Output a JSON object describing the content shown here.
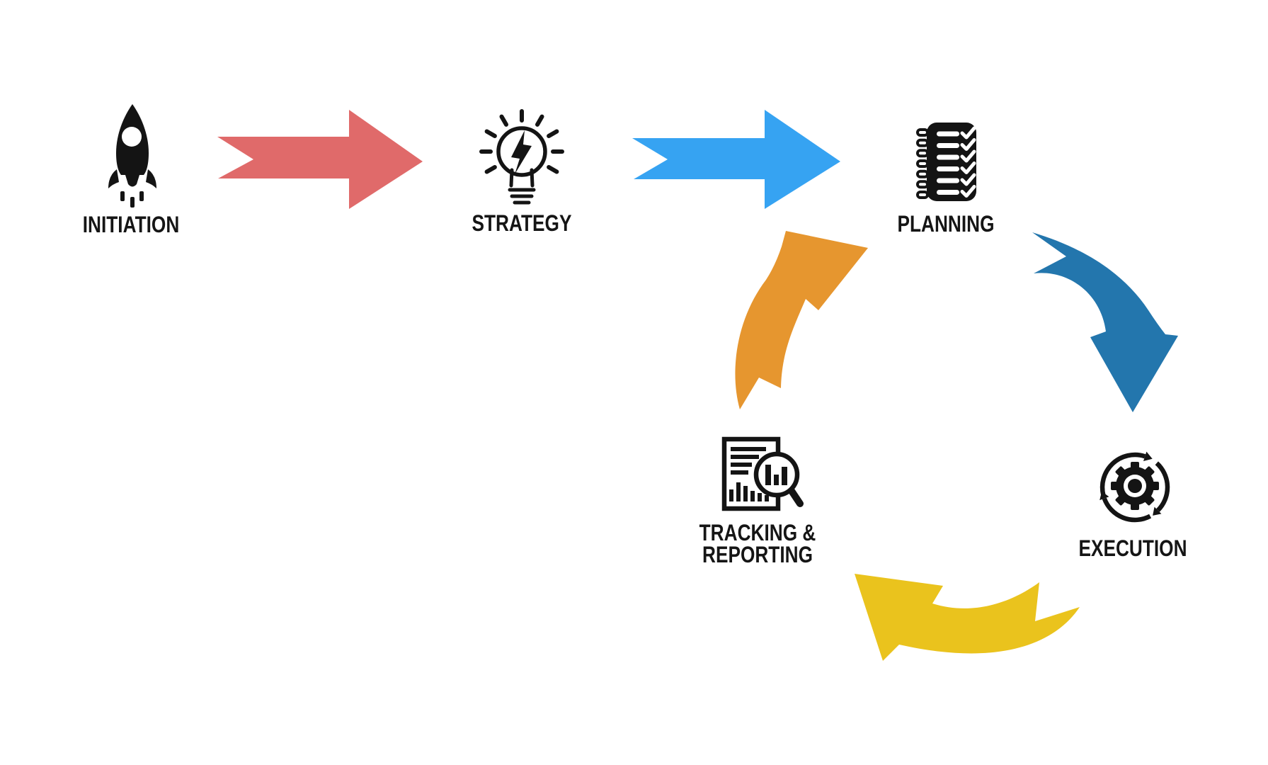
{
  "diagram": {
    "background_color": "#ffffff",
    "text_color": "#151515",
    "icon_color": "#141414",
    "stages": [
      {
        "id": "initiation",
        "label": "INITIATION",
        "icon": "rocket-icon"
      },
      {
        "id": "strategy",
        "label": "STRATEGY",
        "icon": "lightbulb-idea-icon"
      },
      {
        "id": "planning",
        "label": "PLANNING",
        "icon": "checklist-notepad-icon"
      },
      {
        "id": "execution",
        "label": "EXECUTION",
        "icon": "gear-cycle-icon"
      },
      {
        "id": "tracking_reporting",
        "label": "TRACKING & REPORTING",
        "label_line1": "TRACKING &",
        "label_line2": "REPORTING",
        "icon": "report-magnifier-icon"
      }
    ],
    "connectors": [
      {
        "from": "initiation",
        "to": "strategy",
        "shape": "straight-arrow-right",
        "color": "#e06a6a"
      },
      {
        "from": "strategy",
        "to": "planning",
        "shape": "straight-arrow-right",
        "color": "#36a3f2"
      },
      {
        "from": "planning",
        "to": "execution",
        "shape": "curved-arrow-down-right",
        "color": "#2376ad"
      },
      {
        "from": "execution",
        "to": "tracking_reporting",
        "shape": "curved-arrow-left",
        "color": "#eac31d"
      },
      {
        "from": "tracking_reporting",
        "to": "planning",
        "shape": "curved-arrow-up-right",
        "color": "#e6962f"
      }
    ]
  }
}
